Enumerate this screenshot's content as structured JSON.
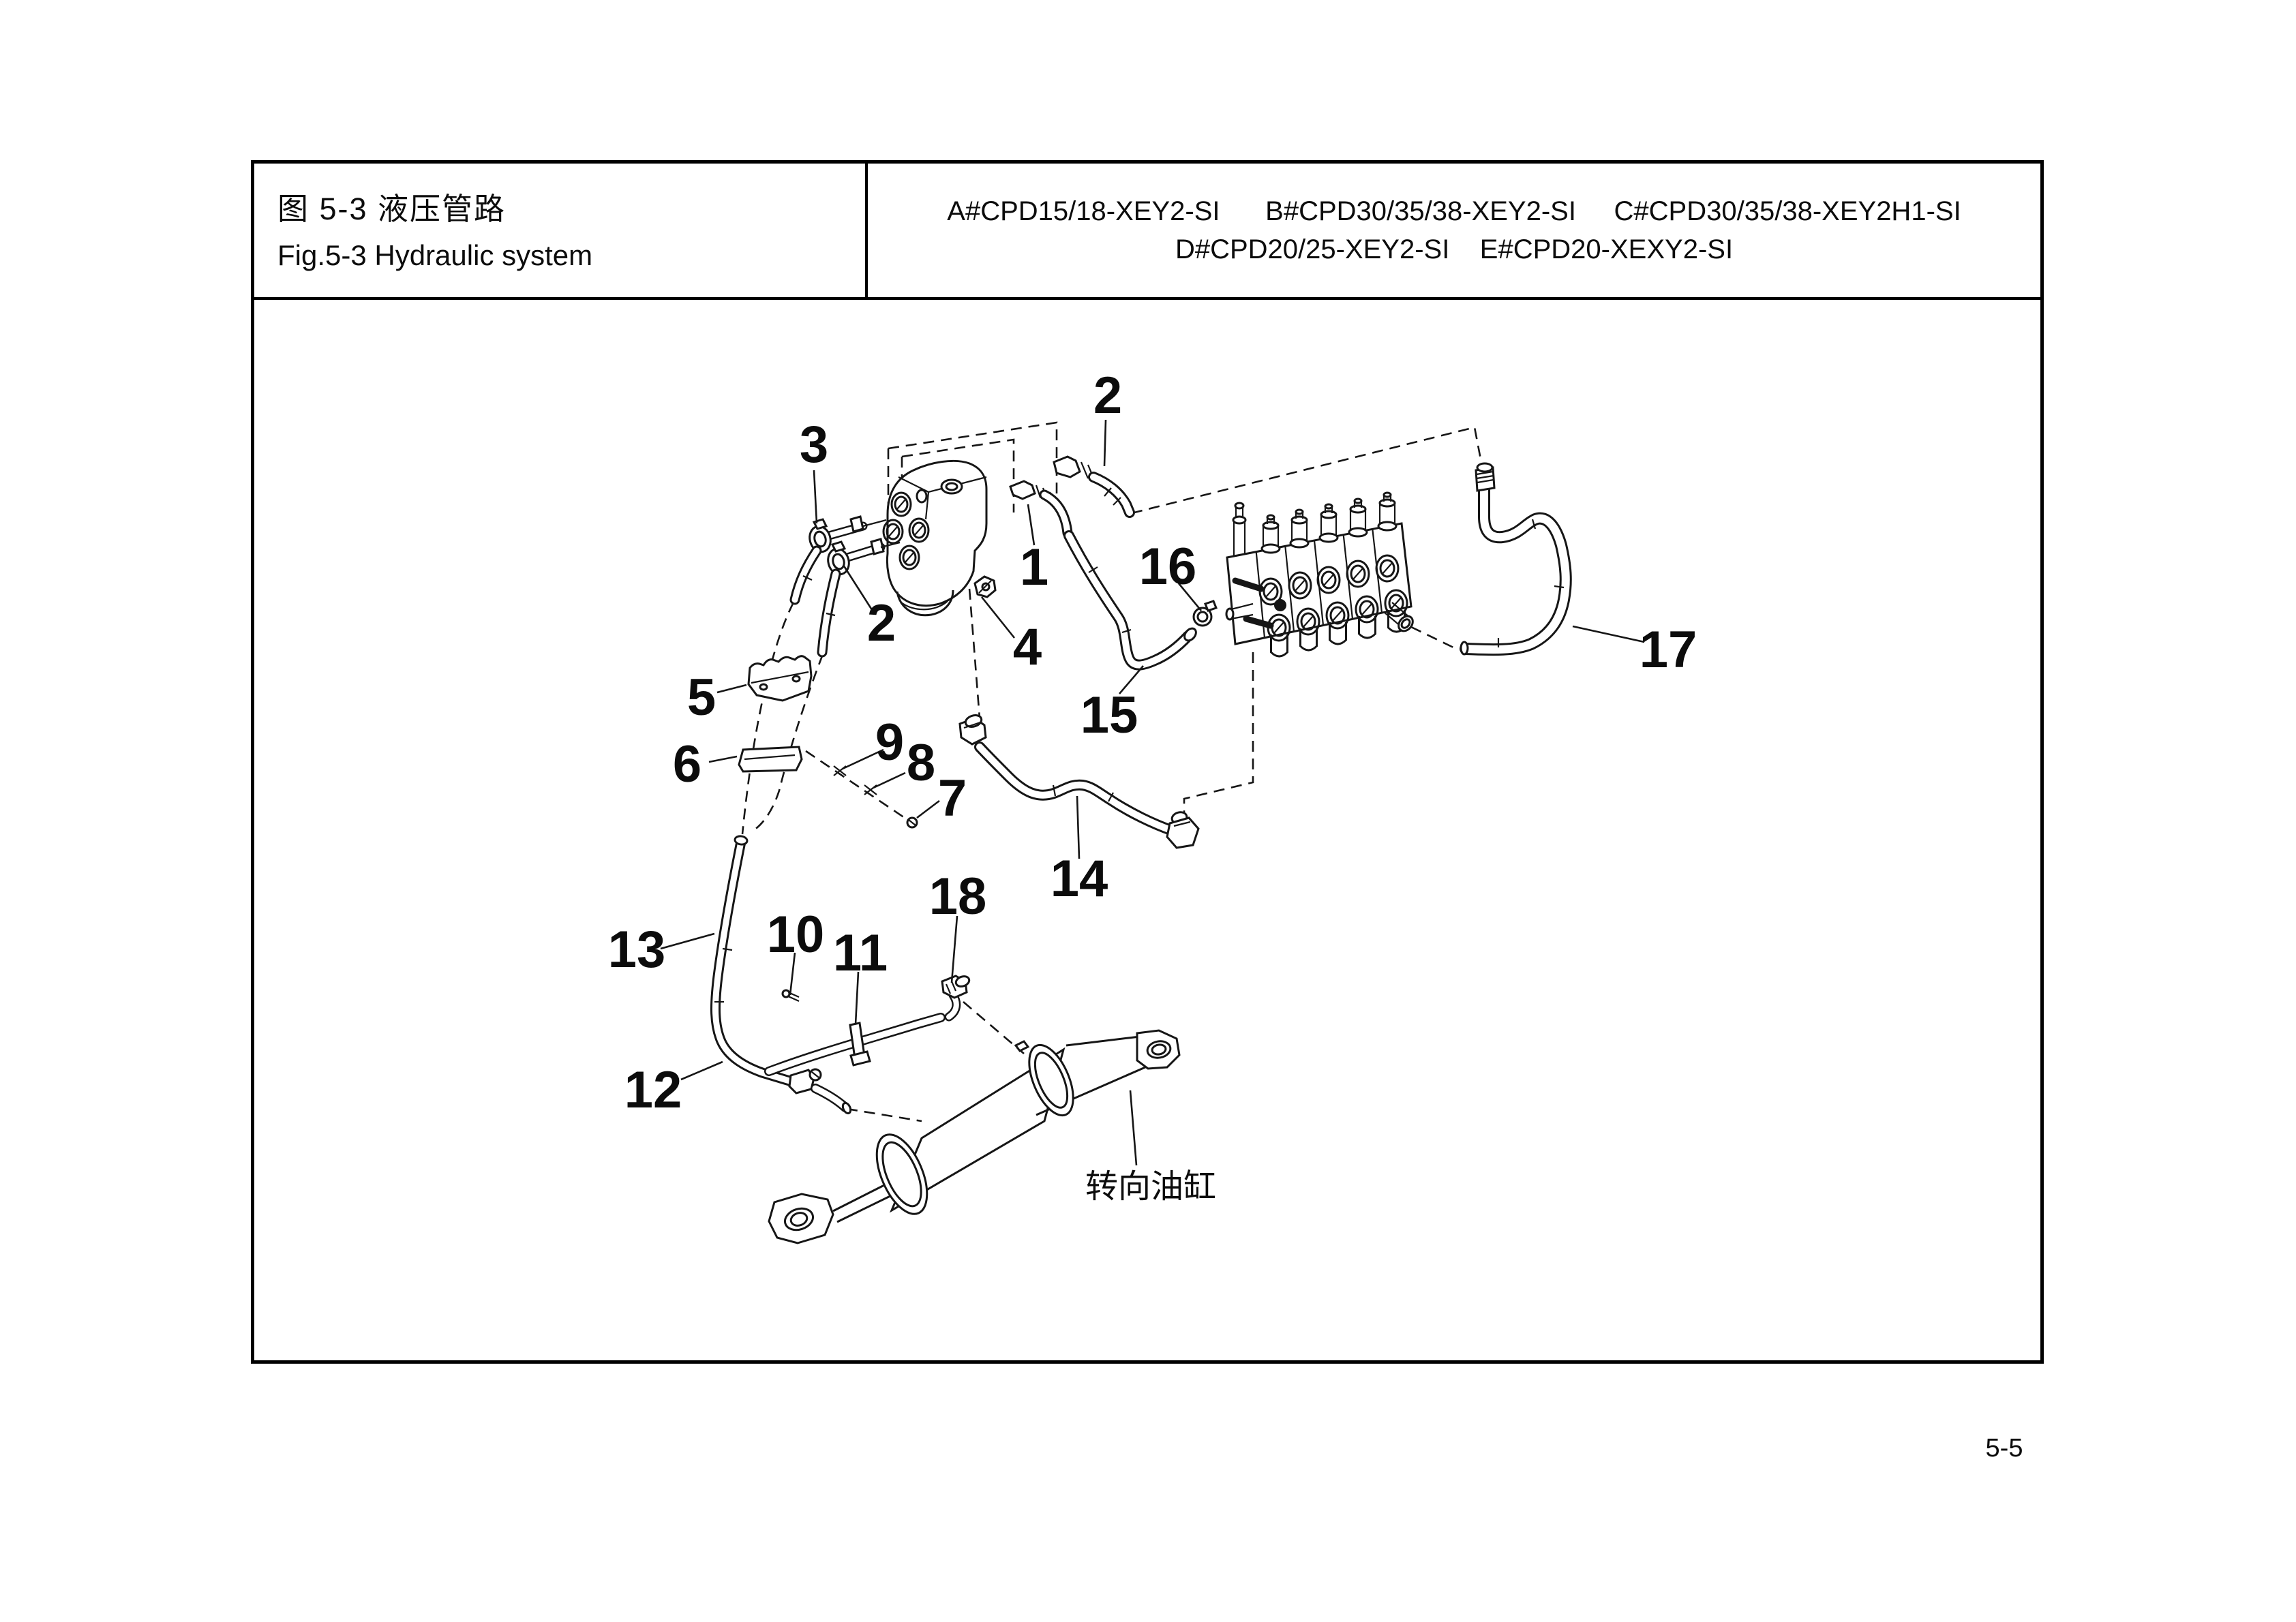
{
  "page": {
    "page_number": "5-5"
  },
  "header": {
    "figure_title_zh": "图 5-3 液压管路",
    "figure_title_en": "Fig.5-3 Hydraulic system",
    "models_line1": "A#CPD15/18-XEY2-SI      B#CPD30/35/38-XEY2-SI     C#CPD30/35/38-XEY2H1-SI",
    "models_line2": "D#CPD20/25-XEY2-SI    E#CPD20-XEXY2-SI"
  },
  "diagram": {
    "annotation_zh": "转向油缸",
    "callouts": [
      {
        "id": "1",
        "text": "1"
      },
      {
        "id": "2-upper",
        "text": "2"
      },
      {
        "id": "2-left",
        "text": "2"
      },
      {
        "id": "3",
        "text": "3"
      },
      {
        "id": "4",
        "text": "4"
      },
      {
        "id": "5",
        "text": "5"
      },
      {
        "id": "6",
        "text": "6"
      },
      {
        "id": "7",
        "text": "7"
      },
      {
        "id": "8",
        "text": "8"
      },
      {
        "id": "9",
        "text": "9"
      },
      {
        "id": "10",
        "text": "10"
      },
      {
        "id": "11",
        "text": "11"
      },
      {
        "id": "12",
        "text": "12"
      },
      {
        "id": "13",
        "text": "13"
      },
      {
        "id": "14",
        "text": "14"
      },
      {
        "id": "15",
        "text": "15"
      },
      {
        "id": "16",
        "text": "16"
      },
      {
        "id": "17",
        "text": "17"
      },
      {
        "id": "18",
        "text": "18"
      }
    ]
  }
}
